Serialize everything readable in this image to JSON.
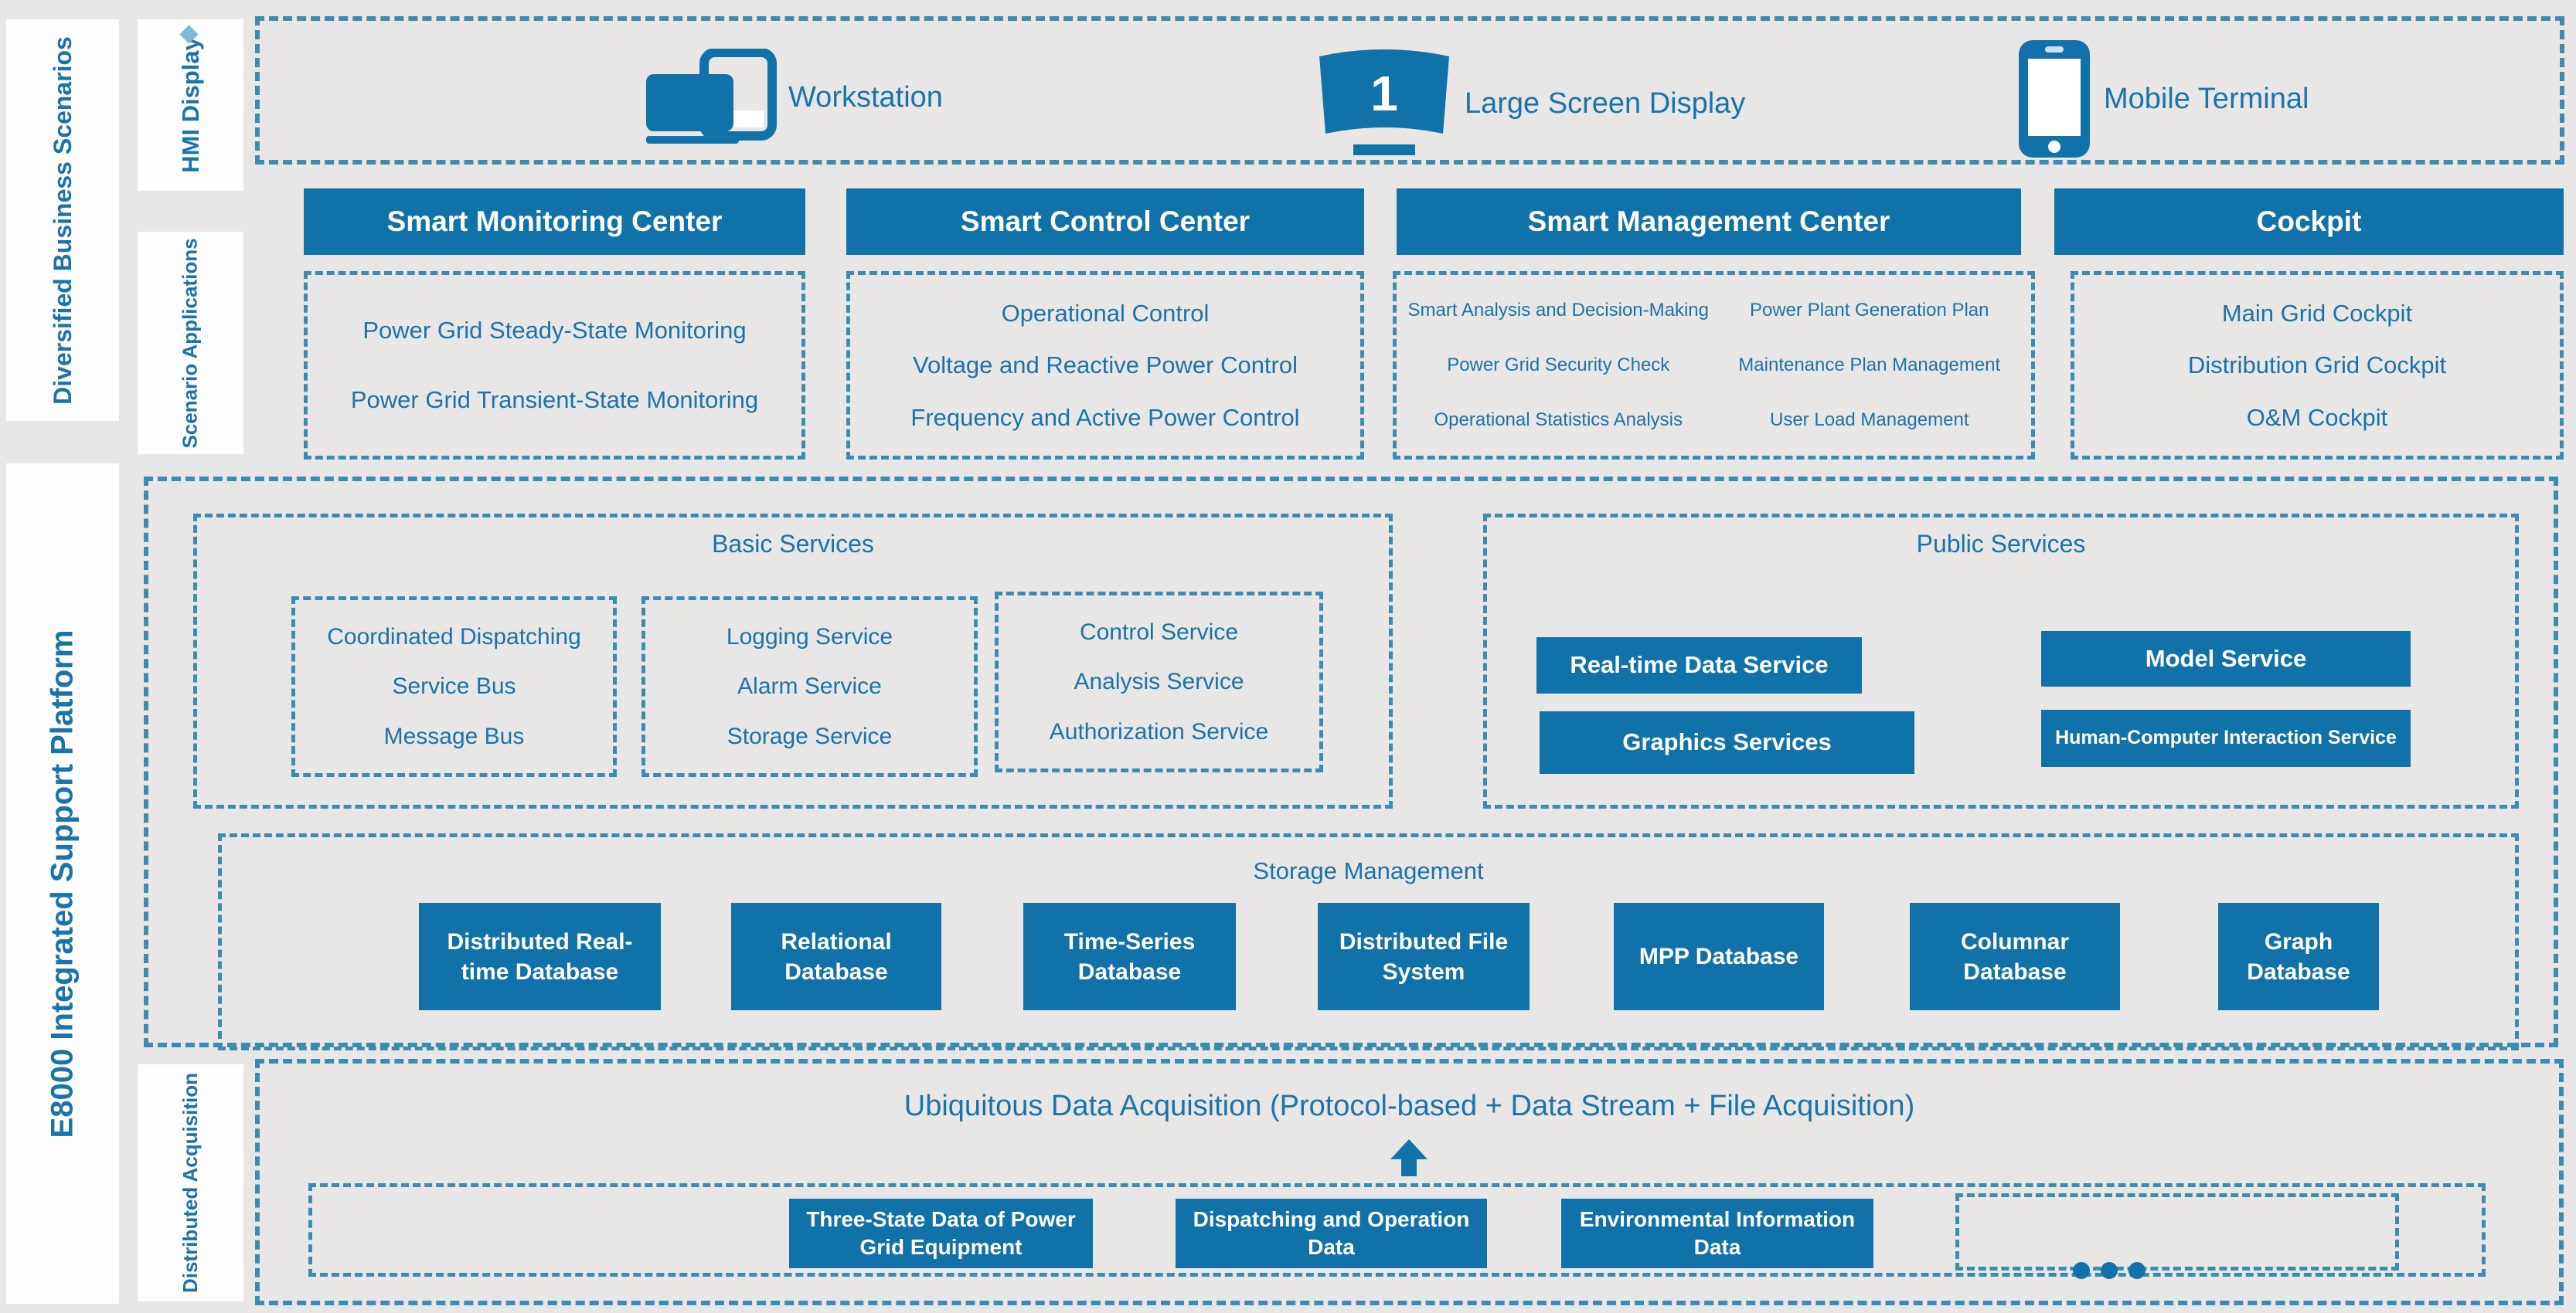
{
  "colors": {
    "accent_blue": "#1171a9",
    "text_blue": "#1a73a9",
    "dash_border": "#3a8cb3",
    "panel_white": "#fdfdfd",
    "background_gray": "#e8e7e5"
  },
  "left_rail": {
    "business_label": "Diversified Business Scenarios",
    "platform_label": "E8000 Integrated Support Platform"
  },
  "side_rail": {
    "hmi_label": "HMI Display",
    "scenario_label": "Scenario Applications",
    "acquisition_label": "Distributed Acquisition"
  },
  "hmi_row": {
    "items": [
      {
        "icon": "workstation-icon",
        "label": "Workstation"
      },
      {
        "icon": "large-screen-icon",
        "label": "Large Screen Display",
        "screen_digit": "1"
      },
      {
        "icon": "mobile-icon",
        "label": "Mobile Terminal"
      }
    ]
  },
  "centers": [
    {
      "title": "Smart Monitoring Center",
      "items": [
        "Power Grid Steady-State Monitoring",
        "Power Grid Transient-State Monitoring"
      ]
    },
    {
      "title": "Smart Control Center",
      "items": [
        "Operational Control",
        "Voltage and Reactive Power Control",
        "Frequency and Active Power Control"
      ]
    },
    {
      "title": "Smart Management Center",
      "items": [
        "Smart Analysis and Decision-Making",
        "Power Plant Generation Plan",
        "Power Grid Security Check",
        "Maintenance Plan Management",
        "Operational Statistics Analysis",
        "User Load Management"
      ]
    },
    {
      "title": "Cockpit",
      "items": [
        "Main Grid Cockpit",
        "Distribution Grid Cockpit",
        "O&M Cockpit"
      ]
    }
  ],
  "basic_services": {
    "title": "Basic Services",
    "groups": [
      [
        "Coordinated Dispatching",
        "Service Bus",
        "Message Bus"
      ],
      [
        "Logging Service",
        "Alarm Service",
        "Storage Service"
      ],
      [
        "Control Service",
        "Analysis Service",
        "Authorization Service"
      ]
    ]
  },
  "public_services": {
    "title": "Public Services",
    "buttons": [
      "Real-time Data Service",
      "Model Service",
      "Graphics Services",
      "Human-Computer Interaction Service"
    ]
  },
  "storage": {
    "title": "Storage Management",
    "databases": [
      "Distributed Real-time Database",
      "Relational Database",
      "Time-Series Database",
      "Distributed File System",
      "MPP Database",
      "Columnar Database",
      "Graph Database"
    ]
  },
  "acquisition": {
    "title": "Ubiquitous Data Acquisition (Protocol-based + Data Stream + File Acquisition)",
    "sources": [
      "Three-State Data of Power Grid Equipment",
      "Dispatching and Operation Data",
      "Environmental Information Data"
    ],
    "more_indicator": "..."
  }
}
